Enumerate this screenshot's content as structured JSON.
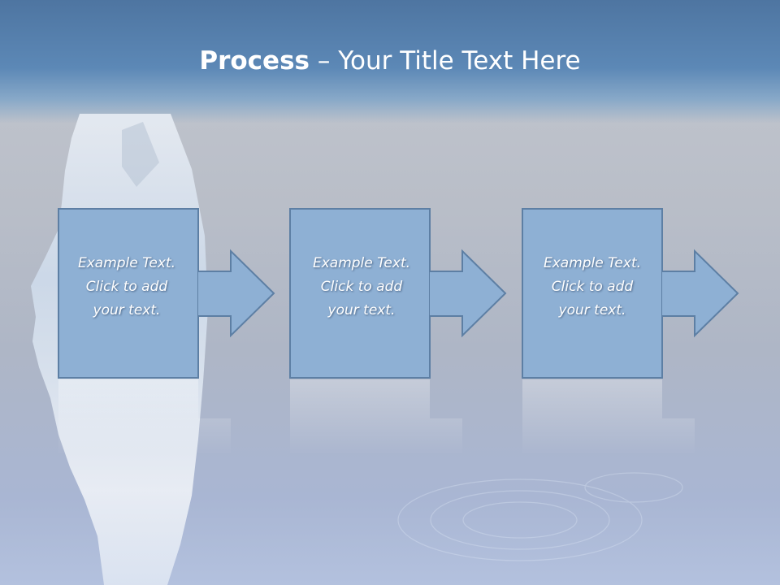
{
  "title": {
    "bold": "Process",
    "rest": " – Your Title Text Here"
  },
  "steps": [
    {
      "lines": [
        "Example Text.",
        "Click  to add",
        "your text."
      ]
    },
    {
      "lines": [
        "Example Text.",
        "Click  to add",
        "your text."
      ]
    },
    {
      "lines": [
        "Example Text.",
        "Click  to add",
        "your text."
      ]
    }
  ],
  "colors": {
    "header": "#5c88b6",
    "box_fill": "#8eb0d4",
    "box_stroke": "#5d7fa4",
    "text": "#ffffff"
  }
}
